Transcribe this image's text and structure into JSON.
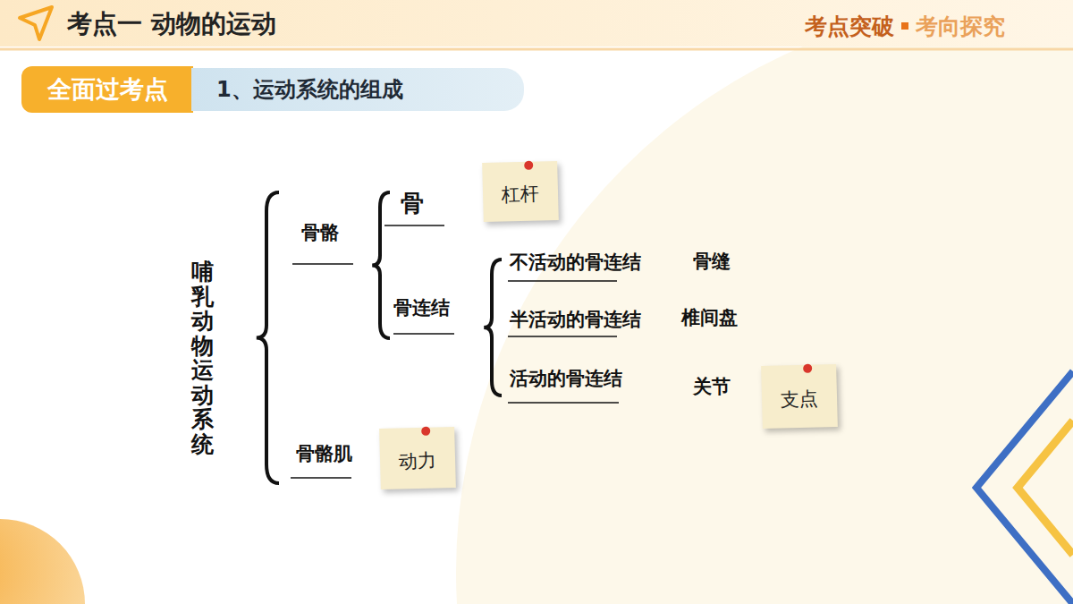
{
  "diagram": {
    "title": "考点一 动物的运动",
    "nodes": [
      {
        "text": [
          "全面过考点"
        ]
      },
      {
        "text": [
          "1、运动系统的组成"
        ]
      },
      {
        "text": [
          "杠杆"
        ]
      },
      {
        "text": [
          "动力"
        ]
      },
      {
        "text": [
          "支点"
        ]
      }
    ],
    "labels": [
      "考点突破",
      "考向探究",
      "哺乳动物运动系统",
      "骨骼",
      "骨骼肌",
      "骨",
      "骨连结",
      "不活动的骨连结",
      "半活动的骨连结",
      "活动的骨连结",
      "骨缝",
      "椎间盘",
      "关节"
    ]
  }
}
